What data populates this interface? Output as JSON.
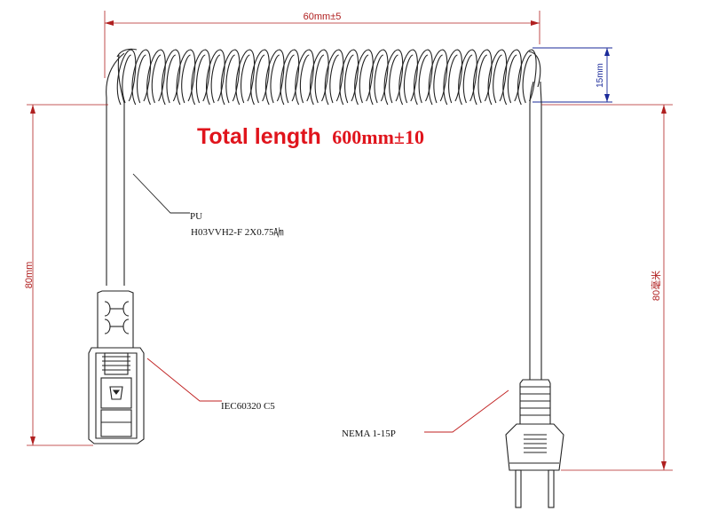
{
  "title": {
    "prefix": "Total length",
    "value": "600mm±10"
  },
  "dimensions": {
    "top_width": "60mm±5",
    "coil_height": "15mm",
    "left_length": "80mm",
    "right_length": "80毫米"
  },
  "labels": {
    "cable_material": "PU",
    "cable_spec": "H03VVH2-F 2X0.75㏟",
    "left_connector": "IEC60320 C5",
    "right_connector": "NEMA 1-15P"
  },
  "colors": {
    "title": "#e0141c",
    "dimension": "#b02020",
    "dimension_blue": "#1a2a9a",
    "line": "#222222"
  }
}
